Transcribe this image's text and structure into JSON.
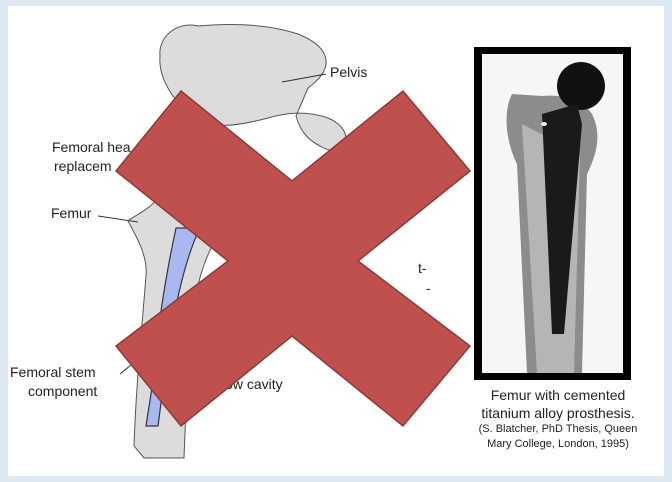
{
  "diagram": {
    "labels": {
      "pelvis": "Pelvis",
      "femoral_head_1": "Femoral hea",
      "femoral_head_2": "replacem",
      "femur": "Femur",
      "femoral_stem_1": "Femoral stem",
      "femoral_stem_2": "component",
      "marrow": "arrow cavity",
      "partial_1": "t-",
      "partial_2": "-"
    }
  },
  "xray_caption": {
    "line1": "Femur with cemented",
    "line2": "titanium alloy prosthesis.",
    "source1": "(S. Blatcher, PhD Thesis, Queen",
    "source2": "Mary College, London, 1995)"
  },
  "colors": {
    "cross": "#c0504d",
    "cross_border": "#8b2c2a",
    "bone": "#dcdcdc",
    "implant": "#a9b9f0",
    "background": "#dde8f3"
  }
}
